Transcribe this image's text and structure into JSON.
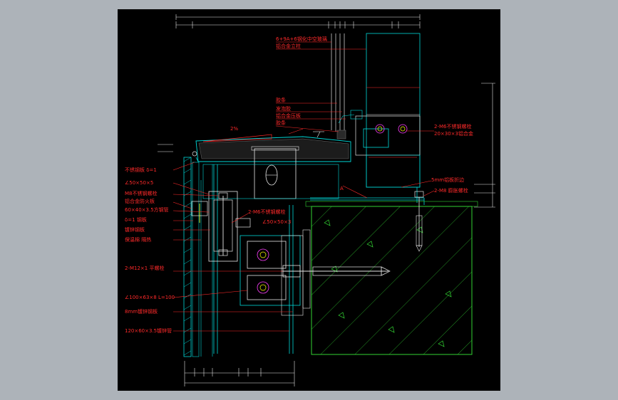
{
  "colors": {
    "background": "#adb3b9",
    "paper": "#000000",
    "annotation": "#ff2a2a",
    "profile": "#00d8d8",
    "concrete": "#32d232",
    "steel": "#e6e6e6",
    "gasket": "#ff40ff",
    "bolt": "#ffff00"
  },
  "drawing": {
    "slope_label": "2%",
    "labels": {
      "top1": "6+9A+6钢化中空玻璃",
      "top2": "铝合金立柱",
      "c1": "胶条",
      "c2": "发泡胶",
      "c3": "铝合金压板",
      "c4": "胶条",
      "left_1": "不锈钢板 δ=1",
      "left_2": "∠50×50×5",
      "left_3": "M8不锈钢螺栓",
      "left_4": "铝合金防火板",
      "left_5": "60×40×3.5方钢管",
      "left_6": "δ=1 钢板",
      "left_7": "镀锌钢板",
      "left_8": "保温棉  隔热",
      "left_bolt": "2-M12×1 平螺栓",
      "left_angle": "∠100×63×8   L=100",
      "left_plate": "8mm镀锌钢板",
      "left_tube": "120×60×3.5镀锌管",
      "mid_bolt": "2-M6不锈钢螺栓",
      "mid_angle": "∠50×50×3",
      "right_1": "2-M6不锈钢螺栓",
      "right_2": "20×30×3铝合金",
      "right_3": "5mm铝板折边",
      "right_4": "2-M8  膨胀螺栓",
      "marker": "A"
    }
  }
}
